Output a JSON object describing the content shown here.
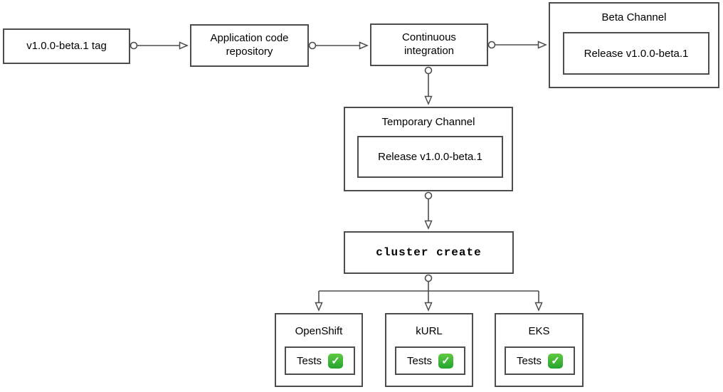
{
  "colors": {
    "background": "#ffffff",
    "box_border": "#4d4d4d",
    "text": "#000000",
    "check_green_top": "#5fca41",
    "check_green_bottom": "#23a32f"
  },
  "nodes": {
    "tag": {
      "label": "v1.0.0-beta.1 tag"
    },
    "repo": {
      "label": "Application code repository"
    },
    "ci": {
      "label": "Continuous integration"
    },
    "beta_channel": {
      "title": "Beta Channel",
      "release": "Release v1.0.0-beta.1"
    },
    "temporary_channel": {
      "title": "Temporary Channel",
      "release": "Release v1.0.0-beta.1"
    },
    "cluster_create": {
      "label": "cluster create"
    }
  },
  "clusters": [
    {
      "title": "OpenShift",
      "tests_label": "Tests",
      "status_icon": "check-mark-emoji",
      "check_glyph": "✓"
    },
    {
      "title": "kURL",
      "tests_label": "Tests",
      "status_icon": "check-mark-emoji",
      "check_glyph": "✓"
    },
    {
      "title": "EKS",
      "tests_label": "Tests",
      "status_icon": "check-mark-emoji",
      "check_glyph": "✓"
    }
  ]
}
